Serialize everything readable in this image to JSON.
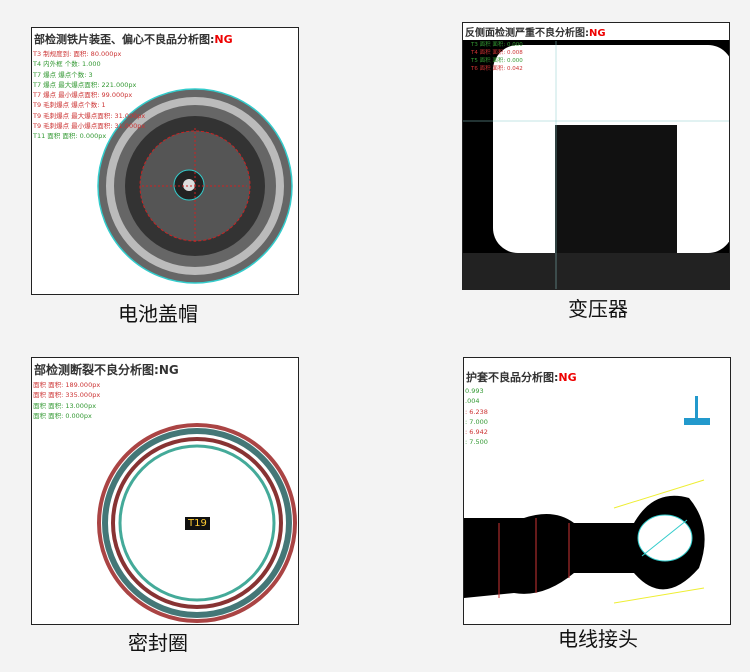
{
  "panels": [
    {
      "caption": "电池盖帽",
      "title": "部检测铁片装歪、偏心不良品分析图:",
      "status": "NG",
      "lines": [
        {
          "t": "T3 制规度到: 面积: 80.000px",
          "c": "r"
        },
        {
          "t": "T4 内外框 个数: 1.000",
          "c": "g"
        },
        {
          "t": "T7 爆点 爆点个数: 3",
          "c": "g"
        },
        {
          "t": "T7 爆点 最大爆点面积: 221.000px",
          "c": "g"
        },
        {
          "t": "T7 爆点 最小爆点面积: 99.000px",
          "c": "r"
        },
        {
          "t": "T9 毛刺爆点 爆点个数: 1",
          "c": "r"
        },
        {
          "t": "T9 毛刺爆点 最大爆点面积: 31.000px",
          "c": "r"
        },
        {
          "t": "T9 毛刺爆点 最小爆点面积: 31.000px",
          "c": "r"
        },
        {
          "t": "T11 面积 面积: 0.000px",
          "c": "g"
        }
      ]
    },
    {
      "caption": "变压器",
      "title": "反侧面检测严重不良分析图:",
      "status": "NG",
      "lines": [
        {
          "t": "T3 面积 面积: 0.000",
          "c": "g"
        },
        {
          "t": "T4 面积 面积: 0.008",
          "c": "r"
        },
        {
          "t": "T5 面积 面积: 0.000",
          "c": "g"
        },
        {
          "t": "T6 面积 面积: 0.042",
          "c": "r"
        }
      ]
    },
    {
      "caption": "密封圈",
      "title": "部检测断裂不良分析图:",
      "status": "NG",
      "badge": "T19",
      "lines": [
        {
          "t": "面积 面积: 189.000px",
          "c": "r"
        },
        {
          "t": "面积 面积: 335.000px",
          "c": "r"
        },
        {
          "t": "面积 面积: 13.000px",
          "c": "g"
        },
        {
          "t": "面积 面积: 0.000px",
          "c": "g"
        }
      ]
    },
    {
      "caption": "电线接头",
      "title": "护套不良品分析图:",
      "status": "NG",
      "lines": [
        {
          "t": "0.993",
          "c": "g"
        },
        {
          "t": ".004",
          "c": "g"
        },
        {
          "t": ": 6.238",
          "c": "r"
        },
        {
          "t": ": 7.000",
          "c": "g"
        },
        {
          "t": ": 6.942",
          "c": "r"
        },
        {
          "t": ": 7.500",
          "c": "g"
        }
      ]
    }
  ],
  "colors": {
    "ng": "#ee0000",
    "overlay_red": "#cc2222",
    "overlay_cyan": "#33cccc"
  }
}
